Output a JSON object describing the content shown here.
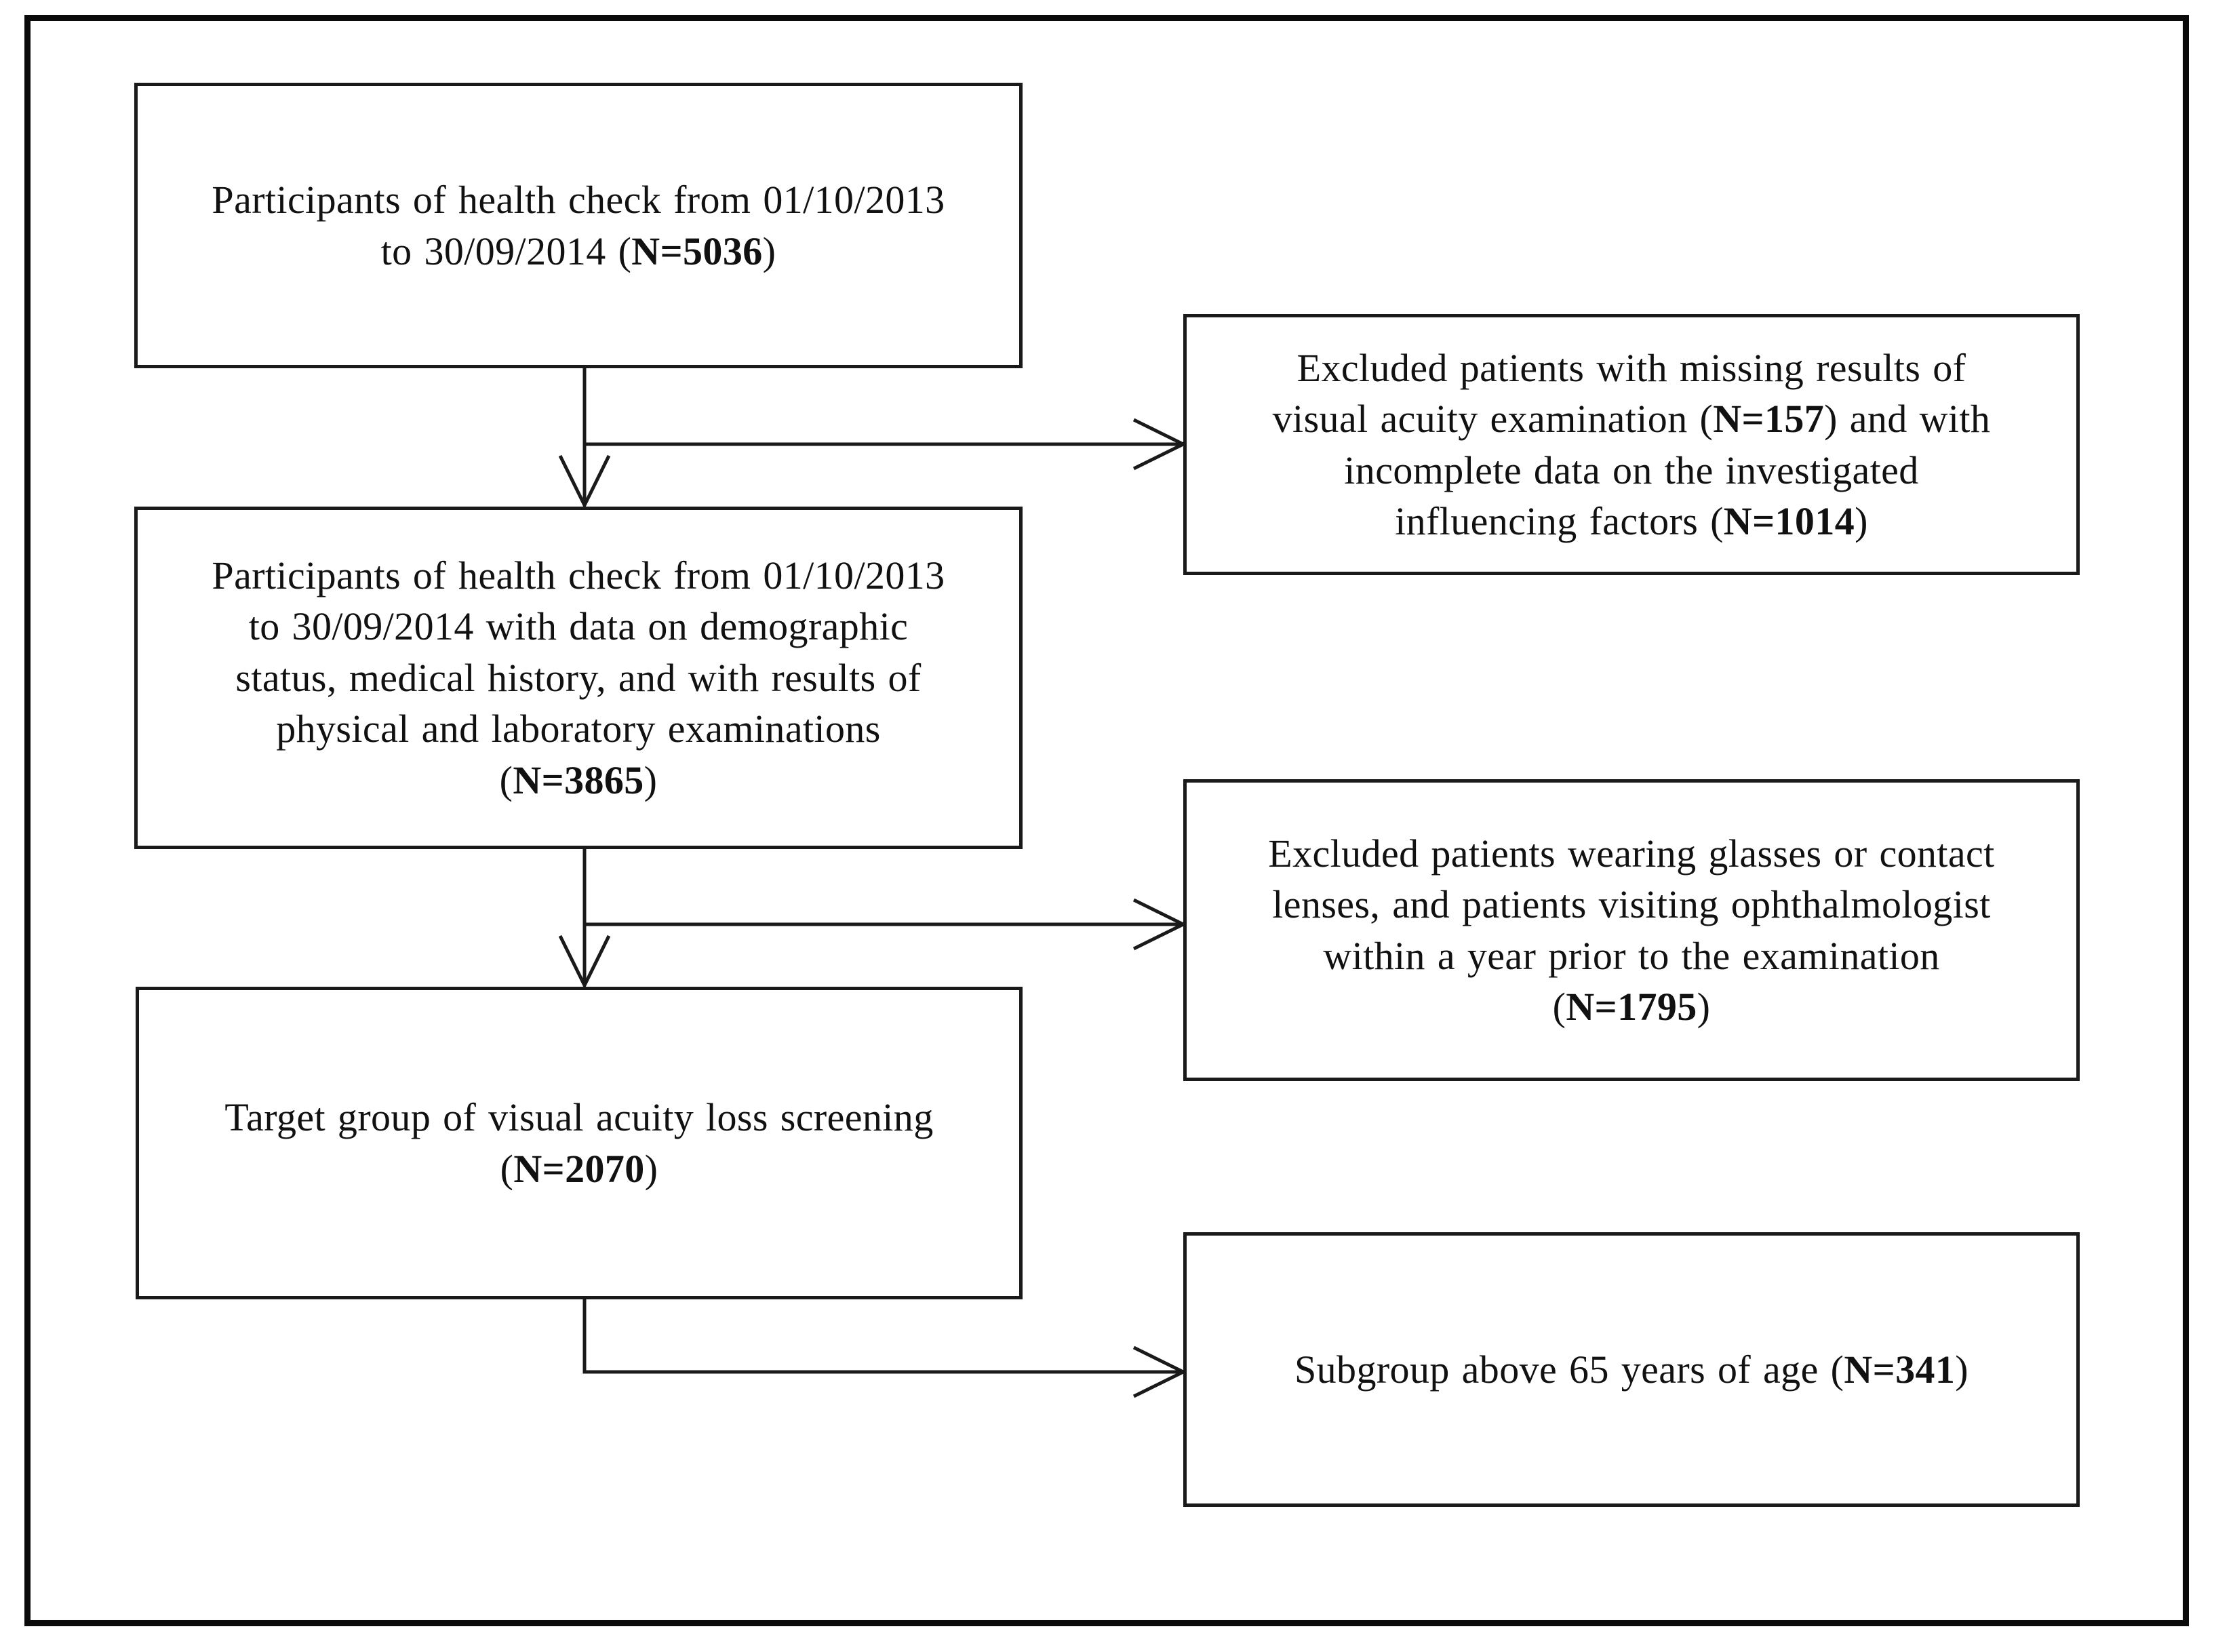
{
  "figure": {
    "type": "study-flow-diagram",
    "orientation": "vertical-with-right-exclusions",
    "frame_border_color": "#0a0a0a",
    "box_border_color": "#1a1a1a",
    "text_color": "#111111",
    "background_color": "#ffffff"
  },
  "nodes": {
    "participants_initial": {
      "id": "box-participants-initial",
      "text": "Participants  of health  check from  01/10/2013\nto 30/09/2014 (N=5036)",
      "count_label": "N=5036",
      "count": 5036,
      "column": "left",
      "order": 1
    },
    "participants_complete": {
      "id": "box-participants-complete",
      "text": "Participants  of health  check from  01/10/2013\nto 30/09/2014 with  data on demographic\nstatus, medical  history,  and with  results  of\nphysical  and laboratory  examinations\n(N=3865)",
      "count_label": "N=3865",
      "count": 3865,
      "column": "left",
      "order": 2
    },
    "target_group": {
      "id": "box-target-group",
      "text": "Target  group  of visual  acuity  loss screening\n(N=2070)",
      "count_label": "N=2070",
      "count": 2070,
      "column": "left",
      "order": 3
    },
    "excluded_missing": {
      "id": "box-excluded-missing",
      "text": "Excluded  patients  with  missing  results  of\nvisual  acuity  examination  (N=157) and with\nincomplete  data on the  investigated\ninfluencing  factors  (N=1014)",
      "counts": [
        {
          "label": "N=157",
          "value": 157
        },
        {
          "label": "N=1014",
          "value": 1014
        }
      ],
      "column": "right",
      "order": 1
    },
    "excluded_glasses": {
      "id": "box-excluded-glasses",
      "text": "Excluded  patients  wearing  glasses  or contact\nlenses, and patients  visiting  ophthalmologist\nwithin  a year prior to the  examination\n(N=1795)",
      "count_label": "N=1795",
      "count": 1795,
      "column": "right",
      "order": 2
    },
    "subgroup_elderly": {
      "id": "box-subgroup-elderly",
      "text": "Subgroup  above 65 years  of age (N=341)",
      "count_label": "N=341",
      "count": 341,
      "column": "right",
      "order": 3
    }
  },
  "connectors": [
    {
      "name": "initial-to-complete",
      "kind": "vertical-arrow",
      "from": "participants_initial",
      "to": "participants_complete"
    },
    {
      "name": "initial-to-excluded-missing",
      "kind": "branch-right-arrow",
      "from": "participants_initial",
      "to": "excluded_missing"
    },
    {
      "name": "complete-to-target",
      "kind": "vertical-arrow",
      "from": "participants_complete",
      "to": "target_group"
    },
    {
      "name": "complete-to-excluded-glasses",
      "kind": "branch-right-arrow",
      "from": "participants_complete",
      "to": "excluded_glasses"
    },
    {
      "name": "target-to-subgroup",
      "kind": "elbow-right-arrow",
      "from": "target_group",
      "to": "subgroup_elderly"
    }
  ]
}
